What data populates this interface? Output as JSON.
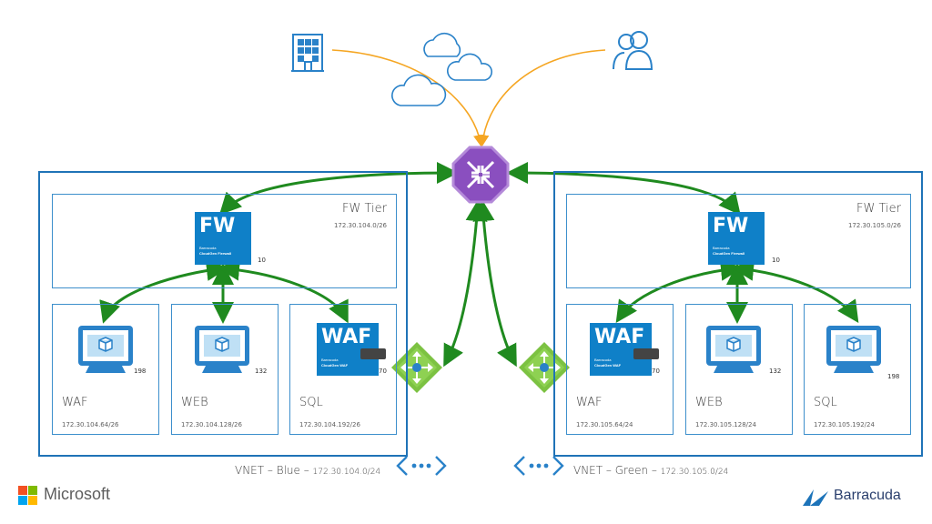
{
  "vnets": [
    {
      "name": "VNET – Blue – ",
      "cidr": "172.30.104.0/24",
      "fw_tier": {
        "title": "FW Tier",
        "subnet": "172.30.104.0/26",
        "fw_number": "10"
      },
      "subnets": [
        {
          "title": "WAF",
          "subnet": "172.30.104.64/26",
          "number": "198"
        },
        {
          "title": "WEB",
          "subnet": "172.30.104.128/26",
          "number": "132"
        },
        {
          "title": "SQL",
          "subnet": "172.30.104.192/26",
          "number": "70"
        }
      ]
    },
    {
      "name": "VNET – Green – ",
      "cidr": "172.30.105.0/24",
      "fw_tier": {
        "title": "FW Tier",
        "subnet": "172.30.105.0/26",
        "fw_number": "10"
      },
      "subnets": [
        {
          "title": "WAF",
          "subnet": "172.30.105.64/24",
          "number": "70"
        },
        {
          "title": "WEB",
          "subnet": "172.30.105.128/24",
          "number": "132"
        },
        {
          "title": "SQL",
          "subnet": "172.30.105.192/24",
          "number": "198"
        }
      ]
    }
  ],
  "fw_tile": {
    "label": "FW",
    "brand": "Barracuda",
    "product": "CloudGen Firewall"
  },
  "waf_tile": {
    "label": "WAF",
    "brand": "Barracuda",
    "product": "CloudGen WAF"
  },
  "logos": {
    "microsoft": "Microsoft",
    "barracuda": "Barracuda"
  },
  "colors": {
    "vnet_border": "#1f73b7",
    "connection": "#1f8a1f",
    "internet_line": "#f5a623",
    "router": "#8a4fbf",
    "gateway": "#7cc242",
    "tile": "#0f80c8",
    "icon": "#2a82c9"
  },
  "icons": [
    "building-icon",
    "cloud-icon",
    "users-icon",
    "router-icon",
    "vnet-gateway-icon",
    "vm-monitor-icon",
    "vnet-peering-icon"
  ]
}
